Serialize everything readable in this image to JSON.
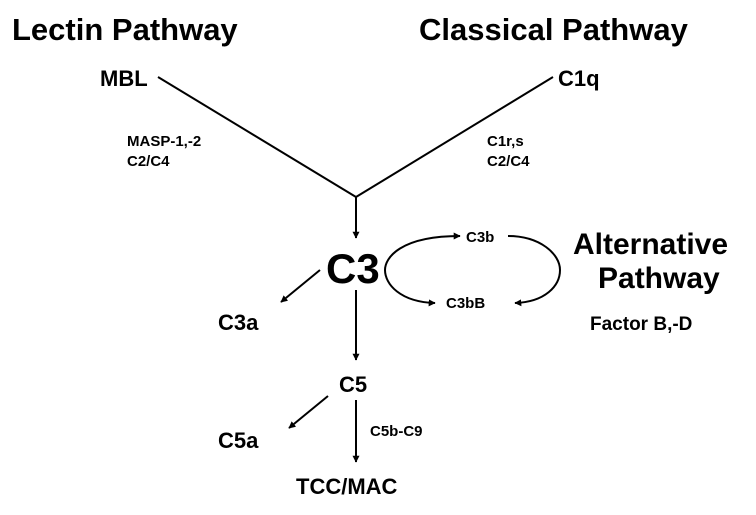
{
  "pathways": {
    "lectin": "Lectin Pathway",
    "classical": "Classical Pathway",
    "alternative_line1": "Alternative",
    "alternative_line2": "Pathway",
    "alternative_factors": "Factor B,-D"
  },
  "nodes": {
    "mbl": "MBL",
    "c1q": "C1q",
    "c3": "C3",
    "c3a": "C3a",
    "c3b": "C3b",
    "c3bb": "C3bB",
    "c5": "C5",
    "c5a": "C5a",
    "tcc_mac": "TCC/MAC"
  },
  "enzymes": {
    "lectin_line1": "MASP-1,-2",
    "lectin_line2": "C2/C4",
    "classical_line1": "C1r,s",
    "classical_line2": "C2/C4",
    "terminal": "C5b-C9"
  }
}
